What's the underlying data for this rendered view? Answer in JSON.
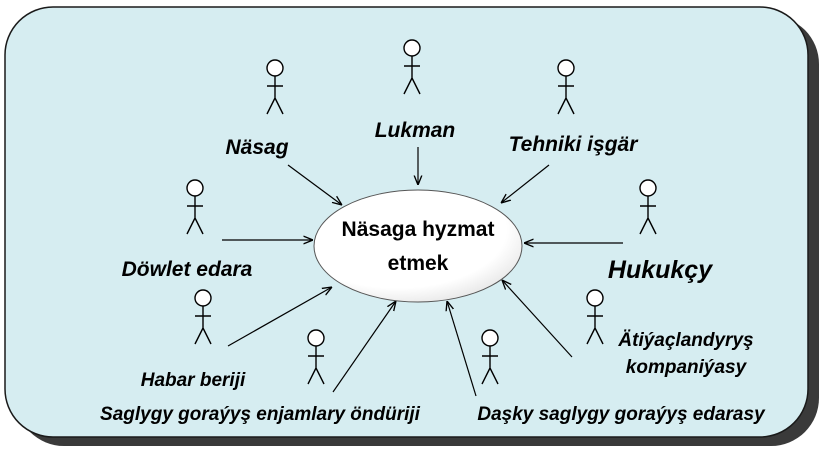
{
  "use_case": {
    "line1": "Näsaga hyzmat",
    "line2": "etmek"
  },
  "actors": [
    {
      "id": "nasag",
      "label": "Näsag"
    },
    {
      "id": "lukman",
      "label": "Lukman"
    },
    {
      "id": "tehniki",
      "label": "Tehniki işgär"
    },
    {
      "id": "dowlet",
      "label": "Döwlet edara"
    },
    {
      "id": "hukukcy",
      "label": "Hukukçy"
    },
    {
      "id": "habar",
      "label": "Habar beriji"
    },
    {
      "id": "saglygy",
      "label": "Saglygy goraýyş enjamlary öndüriji"
    },
    {
      "id": "dasky",
      "label": "Daşky saglygy goraýyş edarasy"
    },
    {
      "id": "atiyac",
      "label_line1": "Ätiýaçlandyryş",
      "label_line2": "kompaniýasy"
    }
  ],
  "colors": {
    "panel_fill": "#d6edf1",
    "panel_stroke": "#1a1a1a",
    "shadow": "#3a3a3a",
    "ellipse_fill": "#ffffff"
  }
}
